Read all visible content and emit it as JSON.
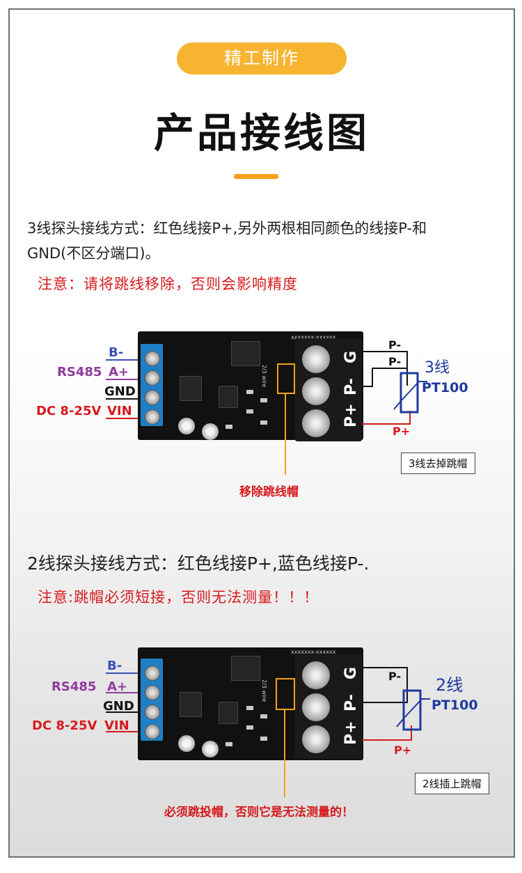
{
  "header": {
    "badge": "精工制作",
    "title": "产品接线图"
  },
  "section1": {
    "desc_line1": "3线探头接线方式：红色线接P+,另外两根相同颜色的线接P-和",
    "desc_line2": "GND(不区分端口)。",
    "note": "注意：请将跳线移除，否则会影响精度",
    "left_labels": {
      "b": "B-",
      "rs485": "RS485",
      "a": "A+",
      "gnd": "GND",
      "dc": "DC 8-25V",
      "vin": "VIN"
    },
    "right_terms": {
      "g": "G",
      "pminus": "P-",
      "pplus": "P+"
    },
    "wire_labels": {
      "p1": "P-",
      "p2": "P-",
      "pplus": "P+"
    },
    "probe_type": "3线",
    "probe_name": "PT100",
    "caption": "3线去掉跳帽",
    "callout": "移除跳线帽",
    "silk_a": "2/3 wire",
    "silk_top": "xxxxxxx-xxxxxx"
  },
  "section2": {
    "desc": "2线探头接线方式：红色线接P+,蓝色线接P-.",
    "note": "注意:跳帽必须短接，否则无法测量！！！",
    "left_labels": {
      "b": "B-",
      "rs485": "RS485",
      "a": "A+",
      "gnd": "GND",
      "dc": "DC 8-25V",
      "vin": "VIN"
    },
    "right_terms": {
      "g": "G",
      "pminus": "P-",
      "pplus": "P+"
    },
    "wire_labels": {
      "p1": "P-",
      "pplus": "P+"
    },
    "probe_type": "2线",
    "probe_name": "PT100",
    "caption": "2线插上跳帽",
    "callout": "必须跳投帽，否则它是无法测量的！",
    "silk_a": "2/3 wire",
    "silk_top": "xxxxxxx-xxxxxx"
  },
  "colors": {
    "accent": "#f6b431",
    "note_red": "#d7191c",
    "probe_blue": "#1f3a9e",
    "rs485_purple": "#8e3b9c",
    "wire_red": "#d7191c",
    "wire_blue": "#3b4fb8",
    "terminal_blue": "#1f7fc6"
  }
}
